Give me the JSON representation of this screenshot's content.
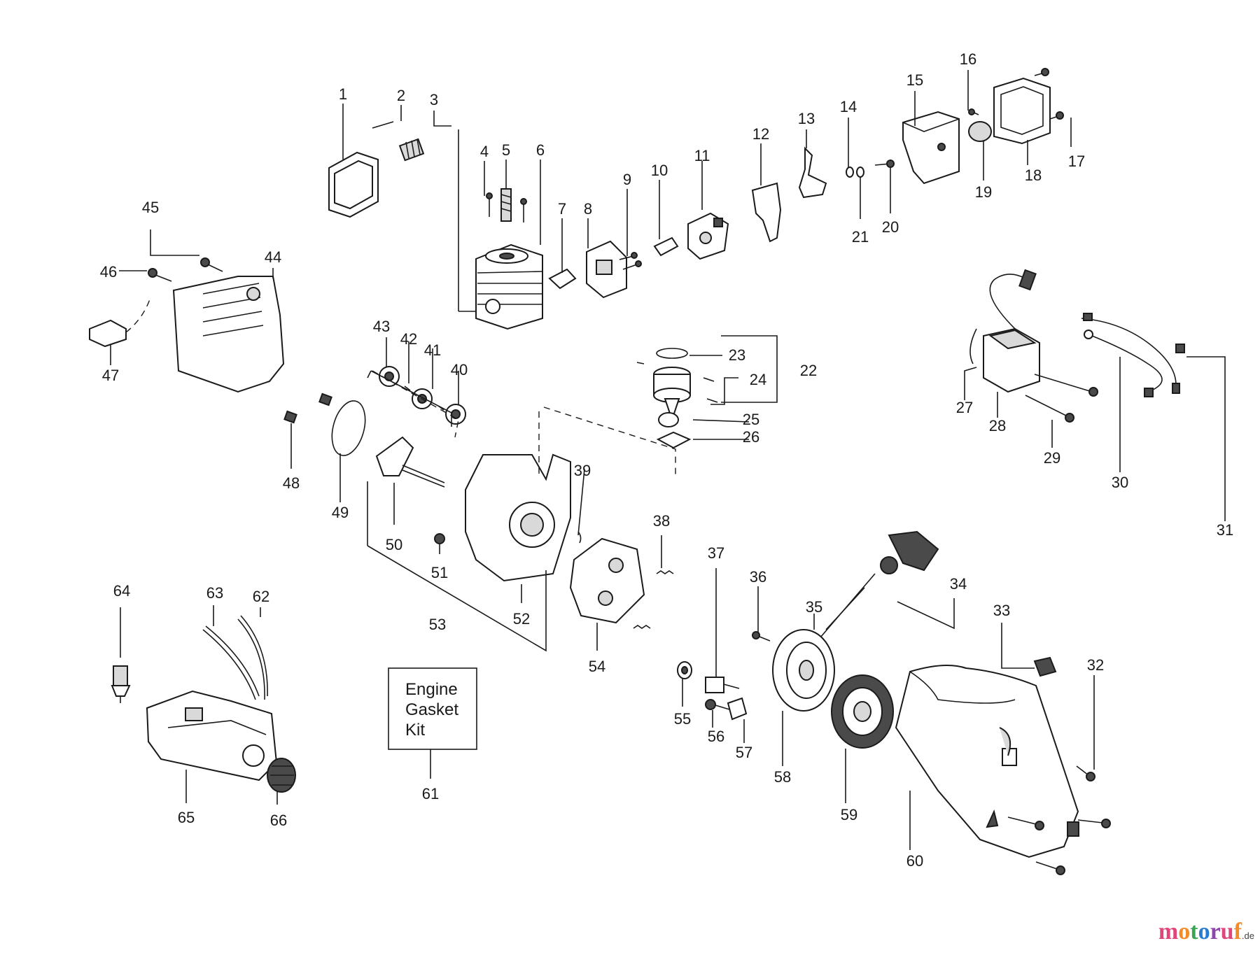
{
  "diagram": {
    "part_numbers": [
      "1",
      "2",
      "3",
      "4",
      "5",
      "6",
      "7",
      "8",
      "9",
      "10",
      "11",
      "12",
      "13",
      "14",
      "15",
      "16",
      "17",
      "18",
      "19",
      "20",
      "21",
      "22",
      "23",
      "24",
      "25",
      "26",
      "27",
      "28",
      "29",
      "30",
      "31",
      "32",
      "33",
      "34",
      "35",
      "36",
      "37",
      "38",
      "39",
      "40",
      "41",
      "42",
      "43",
      "44",
      "45",
      "46",
      "47",
      "48",
      "49",
      "50",
      "51",
      "52",
      "53",
      "54",
      "55",
      "56",
      "57",
      "58",
      "59",
      "60",
      "61",
      "62",
      "63",
      "64",
      "65",
      "66"
    ],
    "kit_box": {
      "lines": [
        "Engine",
        "Gasket",
        "Kit"
      ]
    }
  },
  "watermark": {
    "letters": [
      "m",
      "o",
      "t",
      "o",
      "r",
      "u",
      "f"
    ],
    "letter_colors": [
      "#e0457b",
      "#f28c28",
      "#3aa655",
      "#2b7bd1",
      "#8e44ad",
      "#e0457b",
      "#f28c28"
    ],
    "suffix": ".de"
  }
}
